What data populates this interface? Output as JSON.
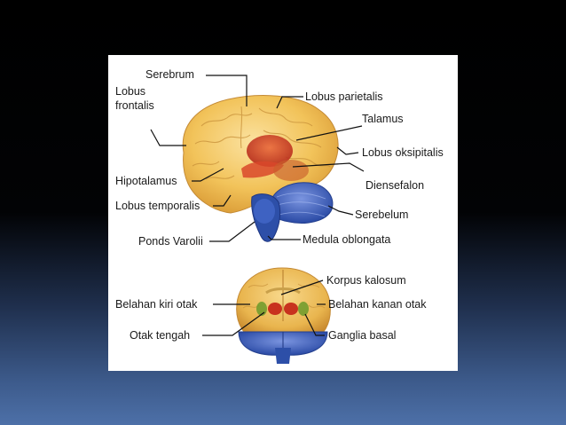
{
  "labels": {
    "serebrum": "Serebrum",
    "lobus_frontalis_1": "Lobus",
    "lobus_frontalis_2": "frontalis",
    "lobus_parietalis": "Lobus parietalis",
    "talamus": "Talamus",
    "lobus_oksipitalis": "Lobus oksipitalis",
    "hipotalamus": "Hipotalamus",
    "diensefalon": "Diensefalon",
    "lobus_temporalis": "Lobus temporalis",
    "serebelum": "Serebelum",
    "ponds_varolii": "Ponds Varolii",
    "medula_oblongata": "Medula oblongata",
    "korpus_kalosum": "Korpus kalosum",
    "belahan_kiri_otak": "Belahan kiri otak",
    "belahan_kanan_otak": "Belahan kanan otak",
    "otak_tengah": "Otak tengah",
    "ganglia_basal": "Ganglia basal"
  },
  "colors": {
    "cerebrum": "#f2c35a",
    "thalamus": "#c8321e",
    "brainstem": "#2d4fa8",
    "cerebellum": "#3a5fbf",
    "slide_panel": "#ffffff"
  }
}
